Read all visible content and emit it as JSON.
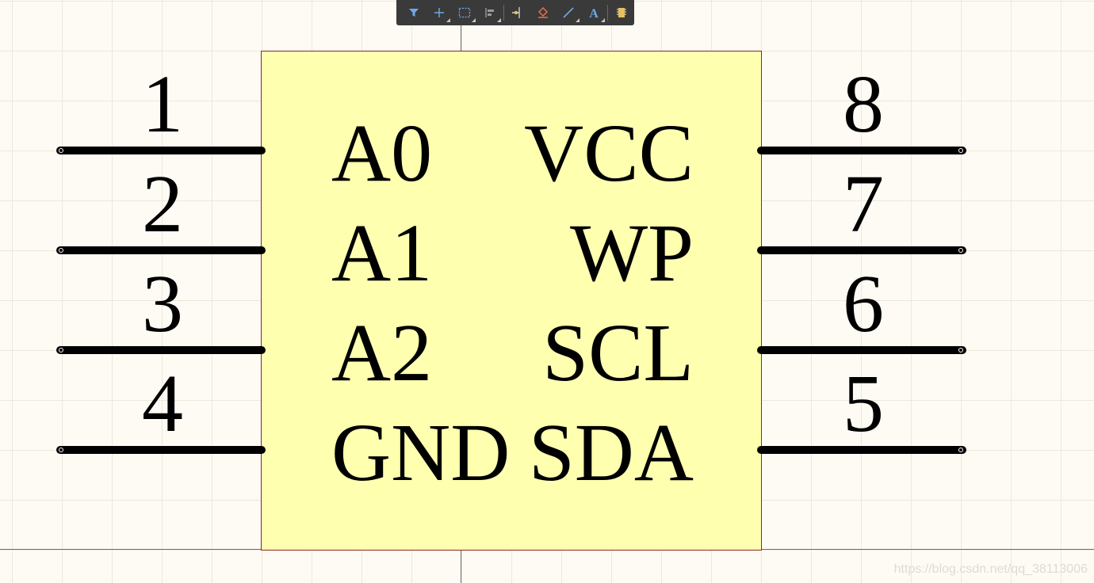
{
  "toolbar": {
    "buttons": [
      {
        "name": "filter",
        "glyph": "▼",
        "color": "#6fa8e8",
        "has_dropdown": false
      },
      {
        "name": "crosshair",
        "glyph": "+",
        "color": "#6fa8e8",
        "has_dropdown": true
      },
      {
        "name": "select-rect",
        "glyph": "⬚",
        "color": "#6fa8e8",
        "has_dropdown": true
      },
      {
        "name": "align",
        "glyph": "⊫",
        "color": "#9a9a9a",
        "has_dropdown": true
      },
      {
        "name": "place-pin",
        "glyph": "⊣",
        "color": "#e8c060",
        "has_dropdown": false
      },
      {
        "name": "erase",
        "glyph": "⌂",
        "color": "#e8704a",
        "has_dropdown": false
      },
      {
        "name": "line",
        "glyph": "╱",
        "color": "#6fa8e8",
        "has_dropdown": true
      },
      {
        "name": "text",
        "glyph": "A",
        "color": "#6fa8e8",
        "has_dropdown": true
      },
      {
        "name": "component",
        "glyph": "▮",
        "color": "#e8c060",
        "has_dropdown": false
      }
    ]
  },
  "component": {
    "body_fill": "#ffffb0",
    "body_border": "#8a2a1a",
    "left_pins": [
      {
        "number": "1",
        "name": "A0"
      },
      {
        "number": "2",
        "name": "A1"
      },
      {
        "number": "3",
        "name": "A2"
      },
      {
        "number": "4",
        "name": "GND"
      }
    ],
    "right_pins": [
      {
        "number": "8",
        "name": "VCC"
      },
      {
        "number": "7",
        "name": "WP"
      },
      {
        "number": "6",
        "name": "SCL"
      },
      {
        "number": "5",
        "name": "SDA"
      }
    ]
  },
  "watermark": "https://blog.csdn.net/qq_38113006"
}
